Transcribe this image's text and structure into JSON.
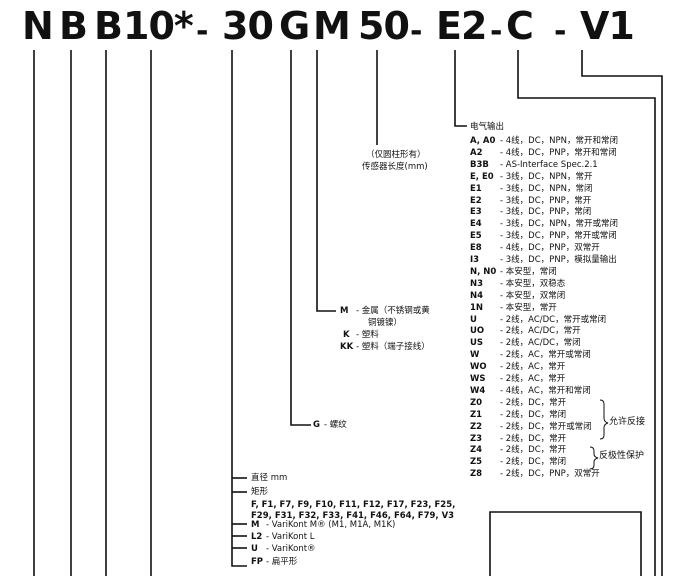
{
  "code": [
    "N",
    "B",
    "B",
    "10*",
    "-",
    "30",
    "G",
    "M",
    "50",
    "-",
    "E2",
    "-",
    "C",
    "-",
    "V1"
  ],
  "length_note": [
    "（仅圆柱形有）",
    "传感器长度(mm)"
  ],
  "output": {
    "title": "电气输出",
    "rows": [
      {
        "code": "A, A0",
        "desc": "- 4线，DC，NPN，常开和常闭"
      },
      {
        "code": "A2",
        "desc": "- 4线，DC，PNP，常开和常闭"
      },
      {
        "code": "B3B",
        "desc": "- AS-Interface Spec.2.1"
      },
      {
        "code": "E, E0",
        "desc": "- 3线，DC，NPN，常开"
      },
      {
        "code": "E1",
        "desc": "- 3线，DC，NPN，常闭"
      },
      {
        "code": "E2",
        "desc": "- 3线，DC，PNP，常开"
      },
      {
        "code": "E3",
        "desc": "- 3线，DC，PNP，常闭"
      },
      {
        "code": "E4",
        "desc": "- 3线，DC，NPN，常开或常闭"
      },
      {
        "code": "E5",
        "desc": "- 3线，DC，PNP，常开或常闭"
      },
      {
        "code": "E8",
        "desc": "- 4线，DC，PNP，双常开"
      },
      {
        "code": "I3",
        "desc": "- 3线，DC，PNP，模拟量输出"
      },
      {
        "code": "N, N0",
        "desc": "- 本安型，常闭"
      },
      {
        "code": "N3",
        "desc": "- 本安型，双稳态"
      },
      {
        "code": "N4",
        "desc": "- 本安型，双常闭"
      },
      {
        "code": "1N",
        "desc": "- 本安型，常开"
      },
      {
        "code": "U",
        "desc": "- 2线，AC/DC，常开或常闭"
      },
      {
        "code": "UO",
        "desc": "- 2线，AC/DC，常开"
      },
      {
        "code": "US",
        "desc": "- 2线，AC/DC，常闭"
      },
      {
        "code": "W",
        "desc": "- 2线，AC，常开或常闭"
      },
      {
        "code": "WO",
        "desc": "- 2线，AC，常开"
      },
      {
        "code": "WS",
        "desc": "- 2线，AC，常开"
      },
      {
        "code": "W4",
        "desc": "- 4线，AC，常开和常闭"
      },
      {
        "code": "Z0",
        "desc": "- 2线，DC，常开"
      },
      {
        "code": "Z1",
        "desc": "- 2线，DC，常闭"
      },
      {
        "code": "Z2",
        "desc": "- 2线，DC，常开或常闭"
      },
      {
        "code": "Z3",
        "desc": "- 2线，DC，常开"
      },
      {
        "code": "Z4",
        "desc": "- 2线，DC，常开"
      },
      {
        "code": "Z5",
        "desc": "- 2线，DC，常闭"
      },
      {
        "code": "Z8",
        "desc": "- 2线，DC，PNP，双常开"
      }
    ],
    "bracket_feedback": "允许反接",
    "bracket_polarity": "反极性保护"
  },
  "material": [
    {
      "code": "M",
      "desc": "- 金属（不锈钢或黄"
    },
    {
      "code": "",
      "desc": "铜镀镍）"
    },
    {
      "code": "K",
      "desc": "- 塑料"
    },
    {
      "code": "KK",
      "desc": "- 塑料（端子接线）"
    }
  ],
  "thread": {
    "code": "G",
    "desc": "- 螺纹"
  },
  "diameter_label": "直径 mm",
  "rect_label": "矩形",
  "rect_codes": [
    "F, F1, F7, F9, F10, F11, F12, F17, F23, F25,",
    "F29, F31, F32, F33, F41, F46, F64, F79, V3"
  ],
  "housing": [
    {
      "code": "M",
      "desc": "- VariKont M® (M1, M1A, M1K)"
    },
    {
      "code": "L2",
      "desc": "- VariKont L"
    },
    {
      "code": "U",
      "desc": "- VariKont®"
    },
    {
      "code": "FP",
      "desc": "- 扁平形"
    }
  ]
}
